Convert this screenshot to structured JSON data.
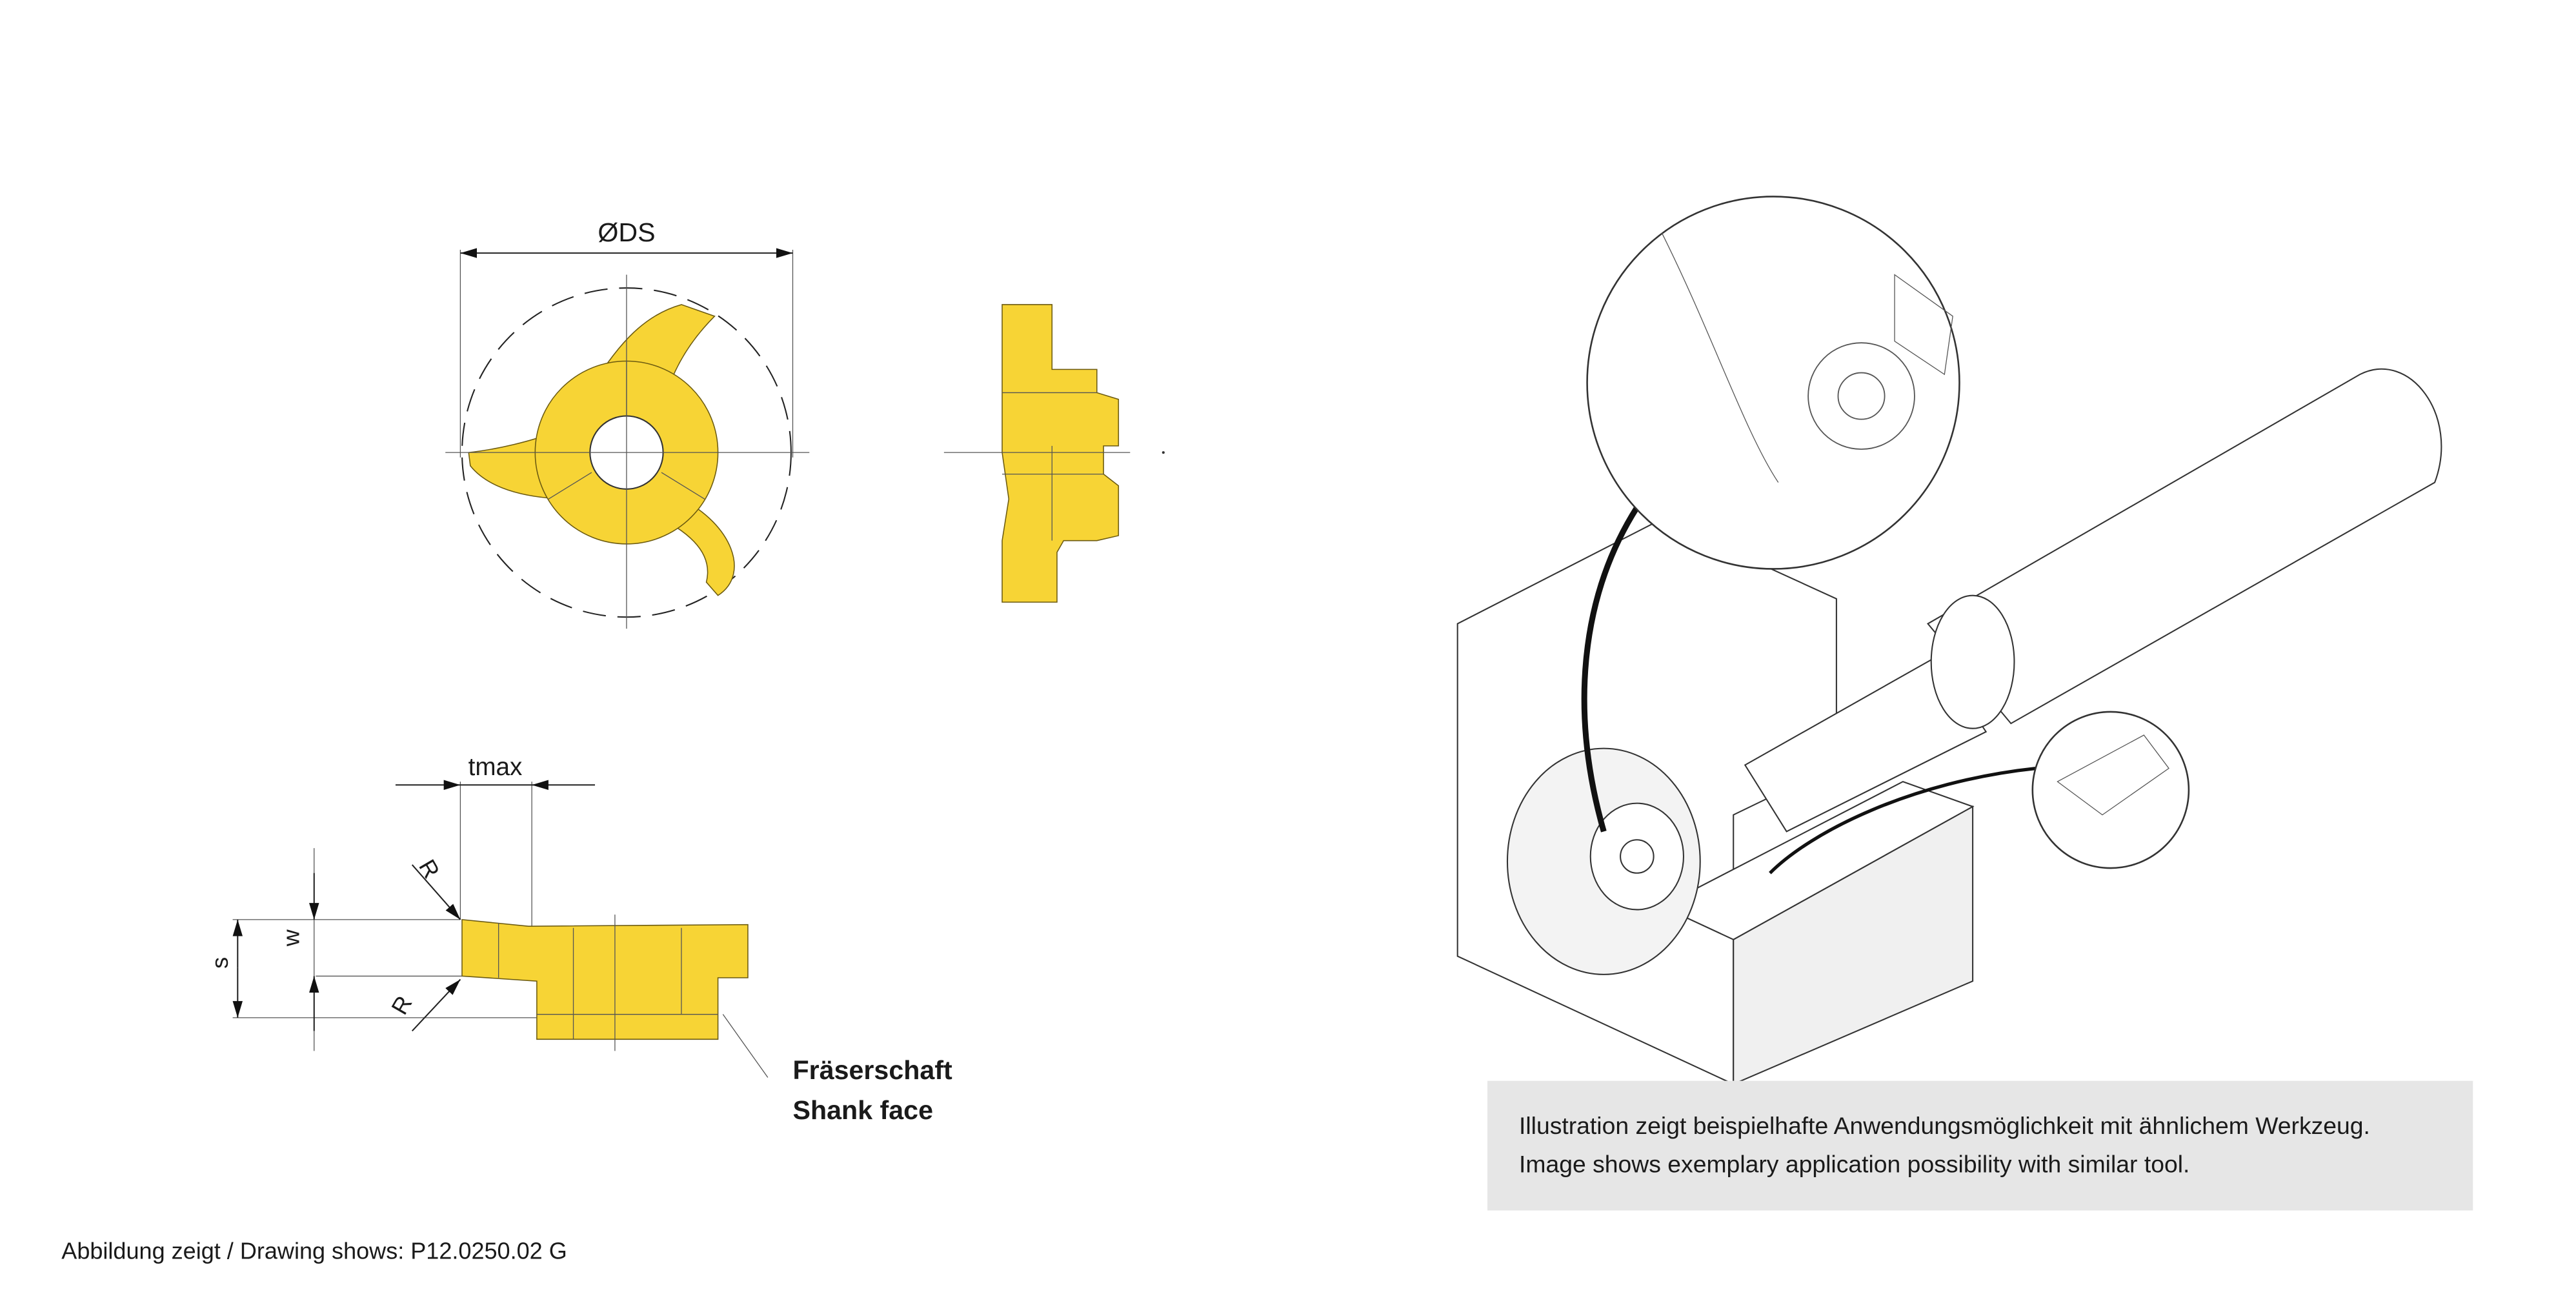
{
  "drawing": {
    "top_view_label": "ØDS",
    "depth_label": "tmax",
    "radius_label_top": "R",
    "radius_label_bottom": "R",
    "width_label": "w",
    "thickness_label": "s",
    "shank_face_de": "Fräserschaft",
    "shank_face_en": "Shank face",
    "insert_color": "#f7d435"
  },
  "caption": {
    "line_de": "Illustration zeigt beispielhafte Anwendungsmöglichkeit mit ähnlichem Werkzeug.",
    "line_en": "Image shows exemplary application possibility with similar tool.",
    "background": "#e6e6e6"
  },
  "footer": {
    "drawing_shows": "Abbildung zeigt / Drawing shows: P12.0250.02 G"
  }
}
